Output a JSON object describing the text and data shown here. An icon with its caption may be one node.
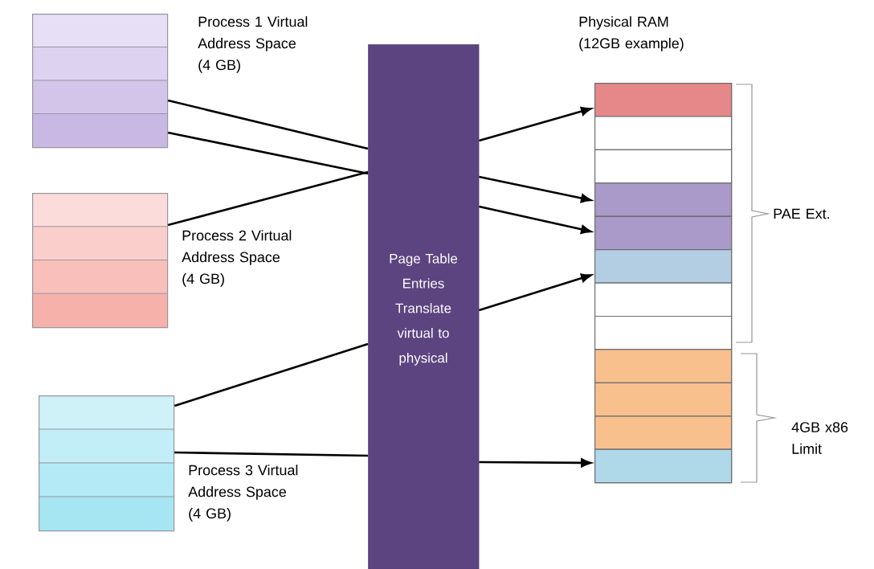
{
  "diagram": {
    "nodes": [
      {
        "text": [
          "Process 1 Virtual Address Space (4 GB)"
        ]
      },
      {
        "text": [
          "Process 2 Virtual Address Space (4 GB)"
        ]
      },
      {
        "text": [
          "Process 3 Virtual Address Space (4 GB)"
        ]
      },
      {
        "text": [
          "Page Table Entries Translate virtual to physical"
        ]
      },
      {
        "text": [
          "Physical RAM (12GB example)"
        ]
      },
      {
        "text": [],
        "shape": "box",
        "in": 4
      },
      {
        "text": [],
        "shape": "box",
        "in": 4
      },
      {
        "text": [],
        "shape": "box",
        "in": 4
      },
      {
        "text": [],
        "shape": "box",
        "in": 4
      },
      {
        "text": [],
        "shape": "box",
        "in": 4
      },
      {
        "text": [],
        "shape": "box",
        "in": 4
      },
      {
        "text": [],
        "shape": "box",
        "in": 4
      },
      {
        "text": [],
        "shape": "box",
        "in": 4
      },
      {
        "text": [],
        "shape": "box",
        "in": 4
      },
      {
        "text": [],
        "shape": "box",
        "in": 4
      },
      {
        "text": [],
        "shape": "box",
        "in": 4
      },
      {
        "text": [],
        "shape": "box",
        "in": 4
      }
    ],
    "edges": [
      {
        "from": 0,
        "to": 3,
        "arrow": "none"
      },
      {
        "from": 0,
        "to": 3,
        "arrow": "none"
      },
      {
        "from": 1,
        "to": 3,
        "arrow": "none"
      },
      {
        "from": 2,
        "to": 3,
        "arrow": "none"
      },
      {
        "from": 2,
        "to": 3,
        "arrow": "none"
      },
      {
        "from": 3,
        "to": 5,
        "arrow": "to"
      },
      {
        "from": 3,
        "to": 8,
        "arrow": "to"
      },
      {
        "from": 3,
        "to": 9,
        "arrow": "to"
      },
      {
        "from": 3,
        "to": 10,
        "arrow": "to"
      },
      {
        "from": 3,
        "to": 16,
        "arrow": "to"
      }
    ],
    "labels": [
      "PAE Ext.",
      "4GB x86 Limit"
    ]
  }
}
